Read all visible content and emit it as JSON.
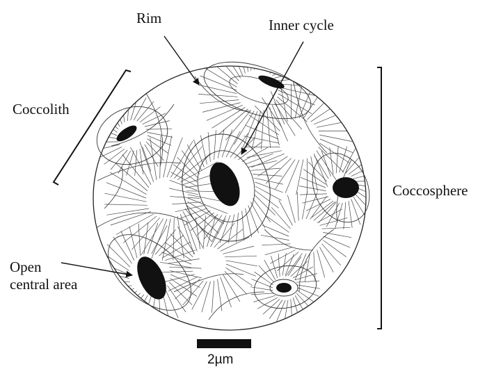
{
  "labels": {
    "rim": "Rim",
    "inner_cycle": "Inner cycle",
    "coccolith": "Coccolith",
    "coccosphere": "Coccosphere",
    "open_central_area_line1": "Open",
    "open_central_area_line2": "central area",
    "scale_bar": "2µm"
  },
  "colors": {
    "ink": "#111111",
    "fill": "#ffffff"
  }
}
